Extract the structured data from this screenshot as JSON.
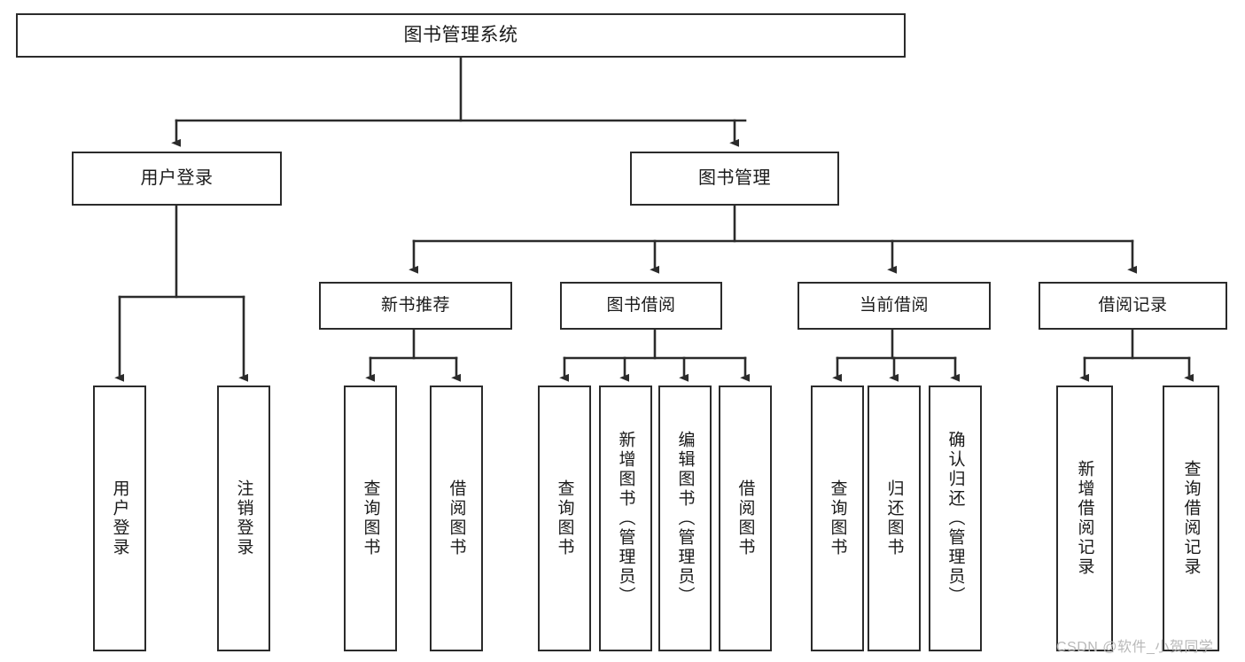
{
  "diagram": {
    "title": "图书管理系统",
    "type": "tree-hierarchy",
    "stroke_color": "#2b2b2b",
    "background_color": "#ffffff",
    "text_color": "#1a1a1a",
    "watermark": "CSDN @软件_小贺同学",
    "watermark_color": "#b9b9b9"
  },
  "nodes": {
    "root": {
      "label": "图书管理系统"
    },
    "level2": [
      {
        "id": "user-login",
        "label": "用户登录"
      },
      {
        "id": "book-manage",
        "label": "图书管理"
      }
    ],
    "level3": [
      {
        "id": "new-book-recommend",
        "label": "新书推荐"
      },
      {
        "id": "book-borrow",
        "label": "图书借阅"
      },
      {
        "id": "current-borrow",
        "label": "当前借阅"
      },
      {
        "id": "borrow-record",
        "label": "借阅记录"
      }
    ],
    "leaves": {
      "user-login": [
        {
          "id": "leaf-user-login",
          "label": "用户登录"
        },
        {
          "id": "leaf-logout-login",
          "label": "注销登录"
        }
      ],
      "new-book-recommend": [
        {
          "id": "leaf-query-book-1",
          "label": "查询图书"
        },
        {
          "id": "leaf-borrow-book-1",
          "label": "借阅图书"
        }
      ],
      "book-borrow": [
        {
          "id": "leaf-query-book-2",
          "label": "查询图书"
        },
        {
          "id": "leaf-add-book",
          "label": "新增图书（管理员）"
        },
        {
          "id": "leaf-edit-book",
          "label": "编辑图书（管理员）"
        },
        {
          "id": "leaf-borrow-book-2",
          "label": "借阅图书"
        }
      ],
      "current-borrow": [
        {
          "id": "leaf-query-book-3",
          "label": "查询图书"
        },
        {
          "id": "leaf-return-book",
          "label": "归还图书"
        },
        {
          "id": "leaf-confirm-return",
          "label": "确认归还（管理员）"
        }
      ],
      "borrow-record": [
        {
          "id": "leaf-add-record",
          "label": "新增借阅记录"
        },
        {
          "id": "leaf-query-record",
          "label": "查询借阅记录"
        }
      ]
    }
  }
}
